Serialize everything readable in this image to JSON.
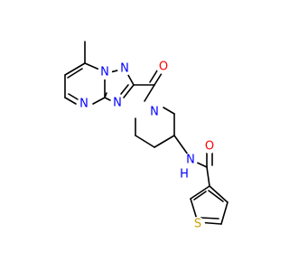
{
  "molecule": {
    "atoms": {
      "n_pyr": {
        "text": "N",
        "color": "#0000ff"
      },
      "n_bridge": {
        "text": "N",
        "color": "#0000ff"
      },
      "n_tri_top": {
        "text": "N",
        "color": "#0000ff"
      },
      "n_tri_low": {
        "text": "N",
        "color": "#0000ff"
      },
      "o_top": {
        "text": "O",
        "color": "#ff0000"
      },
      "n_pip": {
        "text": "N",
        "color": "#0000ff"
      },
      "n_amide": {
        "text": "N",
        "color": "#0000ff"
      },
      "h_amide": {
        "text": "H",
        "color": "#0000ff"
      },
      "o_right": {
        "text": "O",
        "color": "#ff0000"
      },
      "s_thio": {
        "text": "S",
        "color": "#c8a000"
      }
    }
  }
}
